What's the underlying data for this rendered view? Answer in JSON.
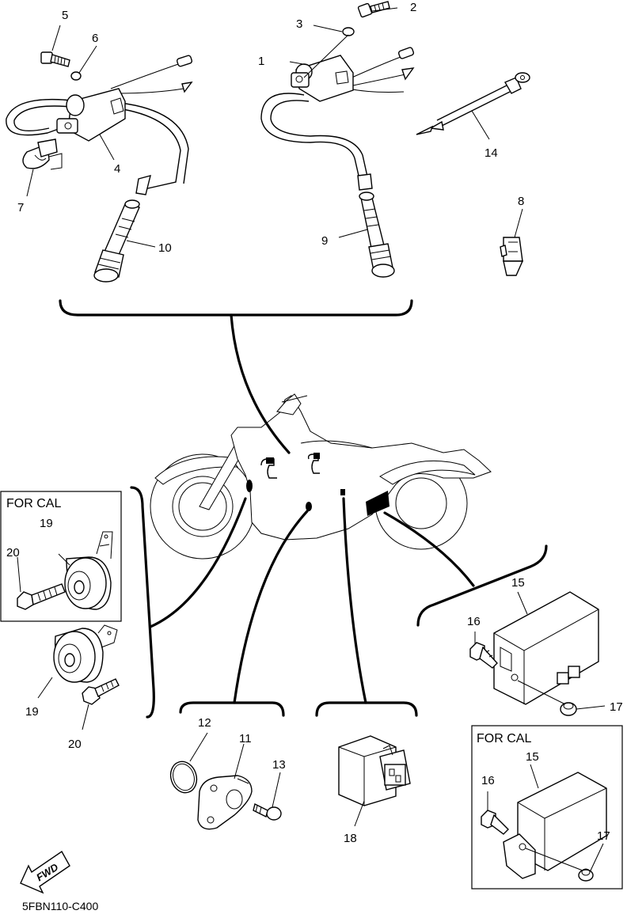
{
  "diagram_code": "5FBN110-C400",
  "fwd_label": "FWD",
  "inset_label_horn": "FOR CAL",
  "inset_label_unit": "FOR CAL",
  "callouts": {
    "c1": "1",
    "c2": "2",
    "c3": "3",
    "c4": "4",
    "c5": "5",
    "c6": "6",
    "c7": "7",
    "c8": "8",
    "c9": "9",
    "c10": "10",
    "c11": "11",
    "c12": "12",
    "c13": "13",
    "c14": "14",
    "c15a": "15",
    "c15b": "15",
    "c16a": "16",
    "c16b": "16",
    "c17a": "17",
    "c17b": "17",
    "c18": "18",
    "c19a": "19",
    "c19b": "19",
    "c20a": "20",
    "c20b": "20"
  }
}
